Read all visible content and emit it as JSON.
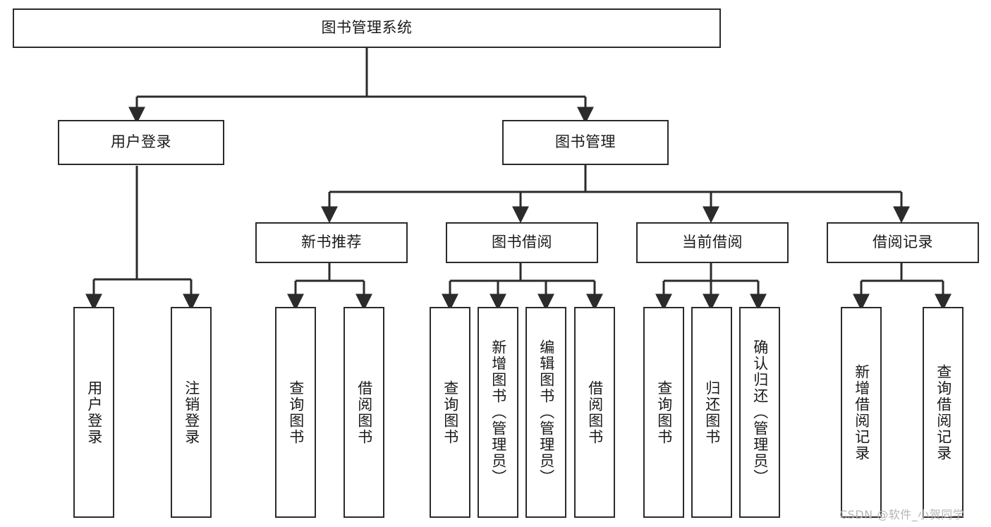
{
  "diagram": {
    "type": "hierarchy-tree",
    "title": "图书管理系统",
    "orientation": "top-down",
    "colors": {
      "box_border": "#2b2b2b",
      "box_fill": "#ffffff",
      "connector": "#2b2b2b",
      "text": "#1a1a1a",
      "watermark": "#b6b6b6"
    },
    "root": {
      "label": "图书管理系统"
    },
    "level2": [
      {
        "label": "用户登录"
      },
      {
        "label": "图书管理"
      }
    ],
    "level3": [
      {
        "label": "新书推荐"
      },
      {
        "label": "图书借阅"
      },
      {
        "label": "当前借阅"
      },
      {
        "label": "借阅记录"
      }
    ],
    "leaves": {
      "user_login": [
        {
          "label": "用户登录"
        },
        {
          "label": "注销登录"
        }
      ],
      "new_book_recommend": [
        {
          "label": "查询图书"
        },
        {
          "label": "借阅图书"
        }
      ],
      "book_borrow": [
        {
          "label": "查询图书"
        },
        {
          "label": "新增图书（管理员）"
        },
        {
          "label": "编辑图书（管理员）"
        },
        {
          "label": "借阅图书"
        }
      ],
      "current_borrow": [
        {
          "label": "查询图书"
        },
        {
          "label": "归还图书"
        },
        {
          "label": "确认归还（管理员）"
        }
      ],
      "borrow_record": [
        {
          "label": "新增借阅记录"
        },
        {
          "label": "查询借阅记录"
        }
      ]
    }
  },
  "watermark": {
    "text": "CSDN @软件_小贺同学"
  }
}
